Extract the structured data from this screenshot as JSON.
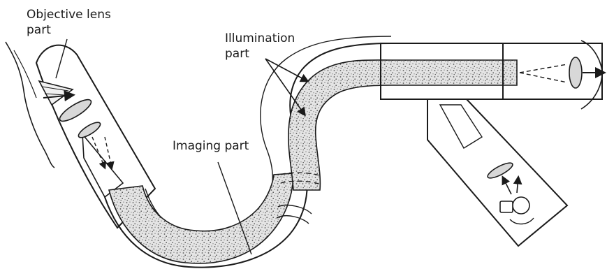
{
  "labels": {
    "objective_lens": [
      "Objective lens",
      "part"
    ],
    "illumination": [
      "Illumination",
      "part"
    ],
    "imaging": [
      "Imaging part"
    ]
  },
  "colors": {
    "line": "#1a1a1a",
    "fiber_fill": "#e6e6e6",
    "background": "#ffffff"
  }
}
